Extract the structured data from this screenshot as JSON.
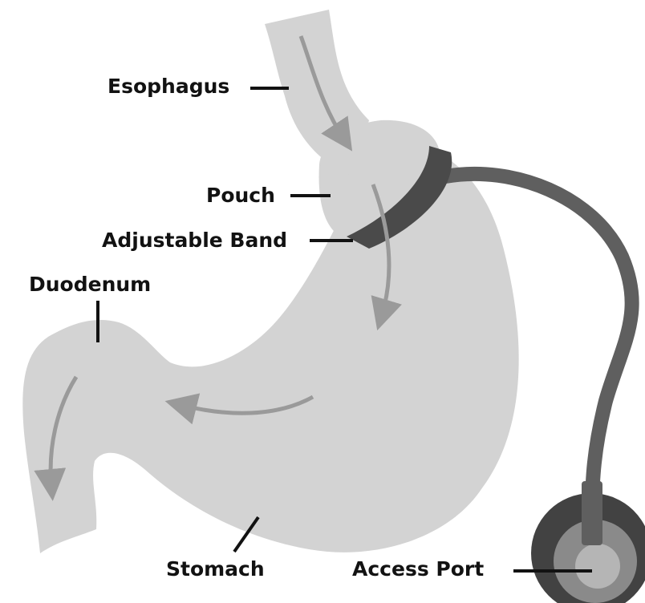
{
  "labels": {
    "esophagus": "Esophagus",
    "pouch": "Pouch",
    "adjustable_band": "Adjustable Band",
    "duodenum": "Duodenum",
    "stomach": "Stomach",
    "access_port": "Access Port"
  },
  "colors": {
    "organ": "#d3d3d3",
    "band": "#4a4a4a",
    "tube": "#5f5f5f",
    "flow_arrow": "#9a9a9a",
    "port_outer": "#424242",
    "port_inner": "#8a8a8a",
    "port_center": "#b5b5b5",
    "leader_line": "#121212"
  },
  "icons": [
    "flow-arrow-icon",
    "access-port-icon"
  ]
}
